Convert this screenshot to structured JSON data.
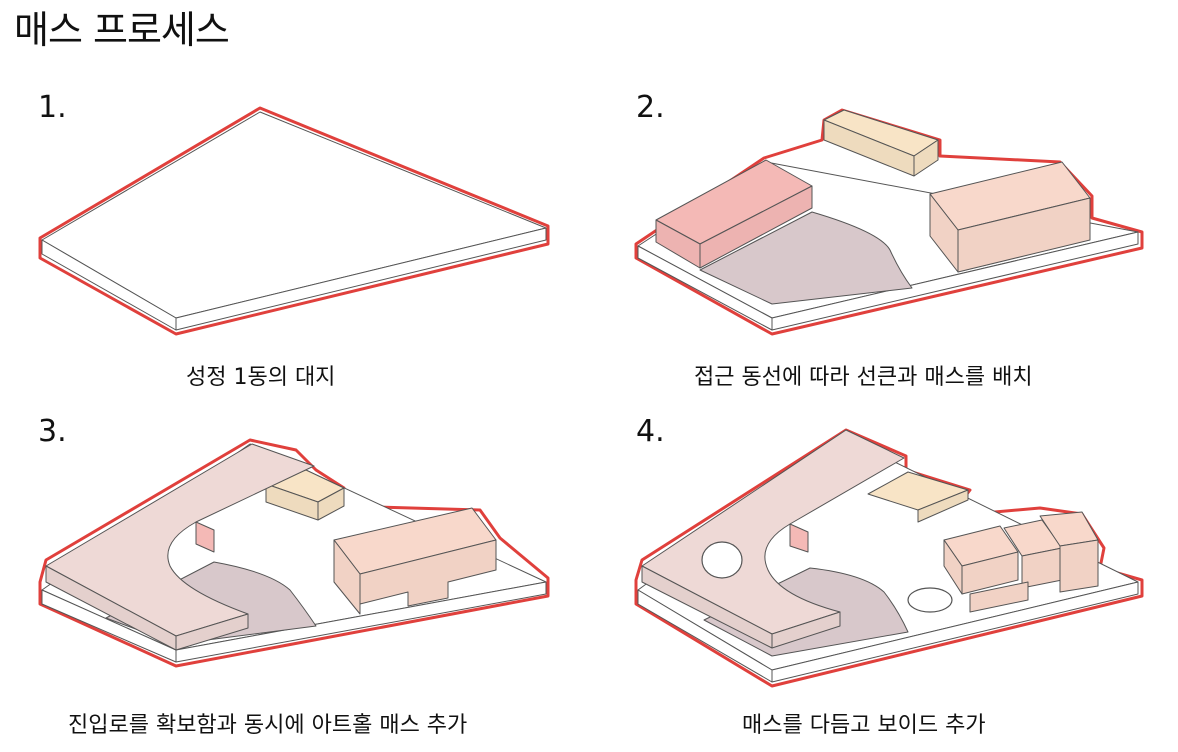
{
  "title": "매스 프로세스",
  "steps": [
    {
      "number": "1.",
      "caption": "성정 1동의 대지"
    },
    {
      "number": "2.",
      "caption": "접근 동선에 따라 선큰과 매스를 배치"
    },
    {
      "number": "3.",
      "caption": "진입로를 확보함과 동시에 아트홀 매스 추가"
    },
    {
      "number": "4.",
      "caption": "매스를 다듬고 보이드 추가"
    }
  ],
  "colors": {
    "site_outline": "#e0403c",
    "slab_top": "#ffffff",
    "slab_edge": "#555555",
    "sunken": "#d8c8cb",
    "mass_red": "#f4b9b6",
    "mass_yellow": "#f8e4c6",
    "mass_peach": "#f8d8cb",
    "mass_pink": "#eed9d6"
  }
}
